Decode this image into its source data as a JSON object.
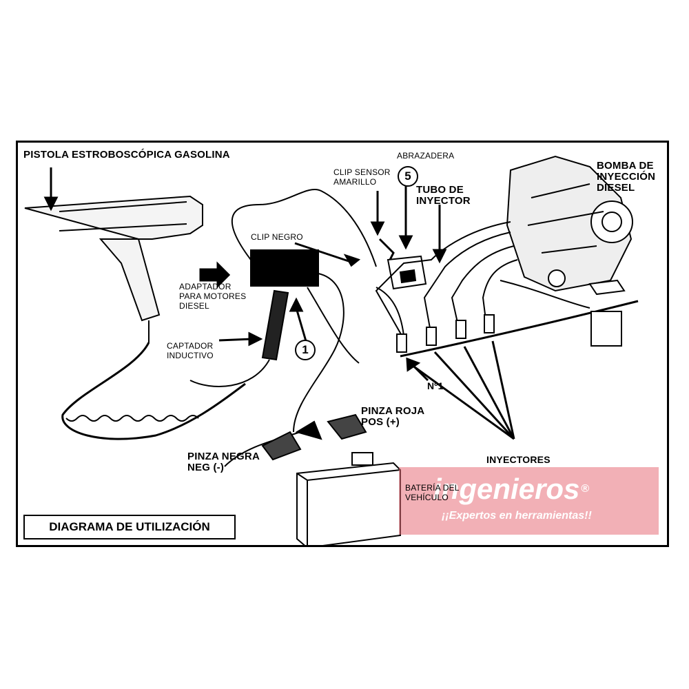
{
  "diagram": {
    "caption": "DIAGRAMA DE UTILIZACIÓN",
    "labels": {
      "gun": "PISTOLA ESTROBOSCÓPICA GASOLINA",
      "clamp": "ABRAZADERA",
      "clip_sensor": "CLIP SENSOR\nAMARILLO",
      "injector_tube": "TUBO DE\nINYECTOR",
      "pump": "BOMBA DE\nINYECCIÓN\nDIESEL",
      "clip_black": "CLIP NEGRO",
      "adapter": "ADAPTADOR\nPARA MOTORES\nDIESEL",
      "inductive": "CAPTADOR\nINDUCTIVO",
      "cyl1": "Nº1",
      "red_clamp": "PINZA ROJA\nPOS (+)",
      "black_clamp": "PINZA NEGRA\nNEG (-)",
      "injectors": "INYECTORES",
      "battery": "BATERÍA DEL\nVEHÍCULO"
    },
    "markers": {
      "one": "1",
      "five": "5"
    }
  },
  "watermark": {
    "brand": "ingenieros",
    "registered": "®",
    "tagline": "¡¡Expertos en herramientas!!",
    "color": "#e8707a"
  }
}
